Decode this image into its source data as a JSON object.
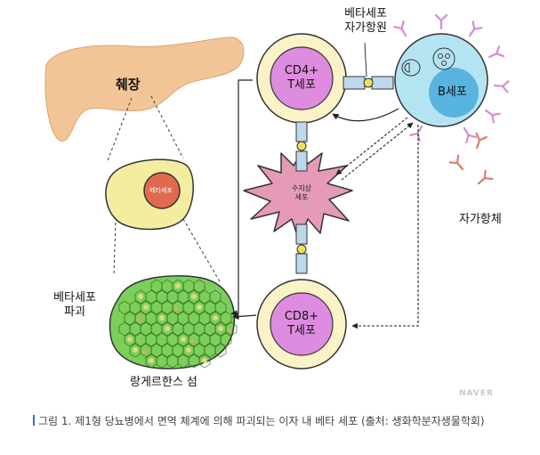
{
  "labels": {
    "pancreas": "췌장",
    "beta_cell_inner": "베타세포",
    "beta_destruction_line1": "베타세포",
    "beta_destruction_line2": "파괴",
    "islets": "랑게르한스 섬",
    "antigen_line1": "베타세포",
    "antigen_line2": "자가항원",
    "cd4_line1": "CD4+",
    "cd4_line2": "T세포",
    "b_cell": "B세포",
    "dendritic_line1": "수지상",
    "dendritic_line2": "세포",
    "cd8_line1": "CD8+",
    "cd8_line2": "T세포",
    "autoantibody": "자가항체"
  },
  "watermark": "NAVER",
  "caption": "그림 1. 제1형 당뇨병에서 면역 체계에 의해 파괴되는 이자 내 베타 세포 (출처: 생화학분자생물학회)",
  "colors": {
    "pancreas": "#f2c597",
    "cell_yellow": "#f4eda0",
    "beta_nucleus": "#e06a4f",
    "t_cell_ring": "#fbf3c7",
    "t_cell_core": "#de8cdf",
    "b_cell": "#b4e4f2",
    "b_cell_nucleus": "#58b4df",
    "dendritic": "#e59ab8",
    "islet_cell": "#7ccf5a",
    "antibody": "#d88bd0",
    "antibody_red": "#e07b6a"
  }
}
